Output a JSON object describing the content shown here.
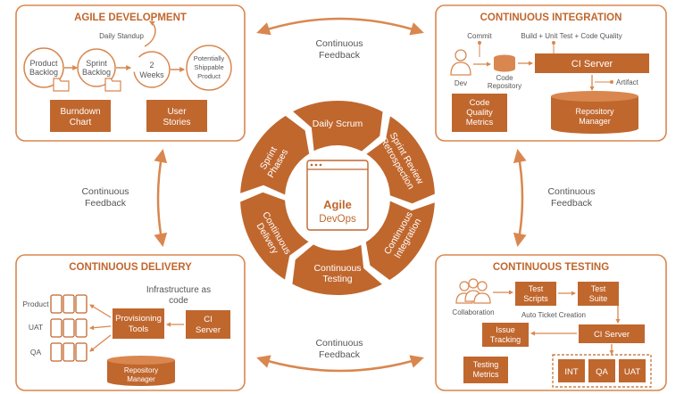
{
  "colors": {
    "accent": "#d9874f",
    "dark": "#c0672e",
    "light": "#e8a878",
    "line": "#d9874f"
  },
  "feedback": {
    "label_line1": "Continuous",
    "label_line2": "Feedback"
  },
  "agile": {
    "title": "AGILE DEVELOPMENT",
    "daily_standup": "Daily Standup",
    "product_backlog": [
      "Product",
      "Backlog"
    ],
    "sprint_backlog": [
      "Sprint",
      "Backlog"
    ],
    "weeks": [
      "2",
      "Weeks"
    ],
    "shippable": [
      "Potentially",
      "Shippable",
      "Product"
    ],
    "burndown": [
      "Burndown",
      "Chart"
    ],
    "user_stories": [
      "User",
      "Stories"
    ]
  },
  "ci": {
    "title": "CONTINUOUS INTEGRATION",
    "commit": "Commit",
    "build": "Build + Unit Test + Code Quality",
    "dev": "Dev",
    "code_repo": [
      "Code",
      "Repository"
    ],
    "ci_server": "CI Server",
    "artifact": "Artifact",
    "metrics": [
      "Code",
      "Quality",
      "Metrics"
    ],
    "repo_manager": [
      "Repository",
      "Manager"
    ]
  },
  "cd": {
    "title": "CONTINUOUS DELIVERY",
    "infra": [
      "Infrastructure as",
      "code"
    ],
    "envs": [
      "Product",
      "UAT",
      "QA"
    ],
    "provisioning": [
      "Provisioning",
      "Tools"
    ],
    "ci_server": [
      "CI",
      "Server"
    ],
    "repo_manager": [
      "Repository",
      "Manager"
    ]
  },
  "ct": {
    "title": "CONTINUOUS TESTING",
    "collaboration": "Collaboration",
    "test_scripts": [
      "Test",
      "Scripts"
    ],
    "test_suite": [
      "Test",
      "Suite"
    ],
    "auto_ticket": "Auto Ticket Creation",
    "issue_tracking": [
      "Issue",
      "Tracking"
    ],
    "ci_server": "CI Server",
    "testing_metrics": [
      "Testing",
      "Metrics"
    ],
    "envs": [
      "INT",
      "QA",
      "UAT"
    ]
  },
  "center": {
    "title": "Agile",
    "subtitle": "DevOps",
    "segments": [
      "Daily Scrum",
      "Sprint Review Retrospection",
      "Continuous Integration",
      "Continuous Testing",
      "Continuous Delivery",
      "Sprint Phases"
    ]
  }
}
